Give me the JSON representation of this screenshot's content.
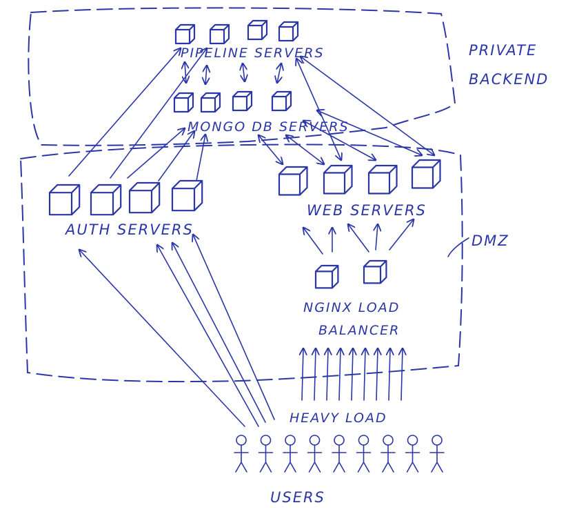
{
  "zones": {
    "private_backend": "PRIVATE BACKEND",
    "dmz": "DMZ"
  },
  "tiers": {
    "pipeline": {
      "label": "PIPELINE SERVERS",
      "count": 4
    },
    "mongodb": {
      "label": "MONGO DB SERVERS",
      "count": 4
    },
    "auth": {
      "label": "AUTH SERVERS",
      "count": 4
    },
    "web": {
      "label": "WEB SERVERS",
      "count": 4
    },
    "nginx": {
      "label_line1": "NGINX LOAD",
      "label_line2": "BALANCER",
      "count": 2
    },
    "users": {
      "label": "USERS",
      "count": 9
    }
  },
  "load_label": "HEAVY LOAD",
  "colors": {
    "ink": "#2a36a8",
    "paper": "#ffffff"
  }
}
